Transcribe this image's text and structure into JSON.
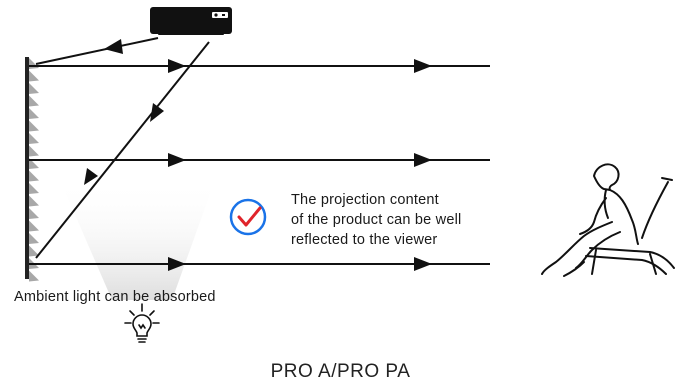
{
  "description_lines": [
    "The projection content",
    "of the product can be well",
    "reflected to the viewer"
  ],
  "ambient_label": "Ambient light can be absorbed",
  "model_label": "PRO A/PRO PA",
  "icons": {
    "projector": "projector-icon",
    "check": "checkmark-circle-icon",
    "bulb": "light-bulb-icon",
    "viewer": "seated-viewer-icon",
    "screen": "sawtooth-screen-icon"
  },
  "colors": {
    "line": "#111111",
    "check_circle": "#1a73e8",
    "check_mark": "#e0242b",
    "light_cone": "#e9e9e9",
    "screen_teeth": "#a8a8a8"
  }
}
